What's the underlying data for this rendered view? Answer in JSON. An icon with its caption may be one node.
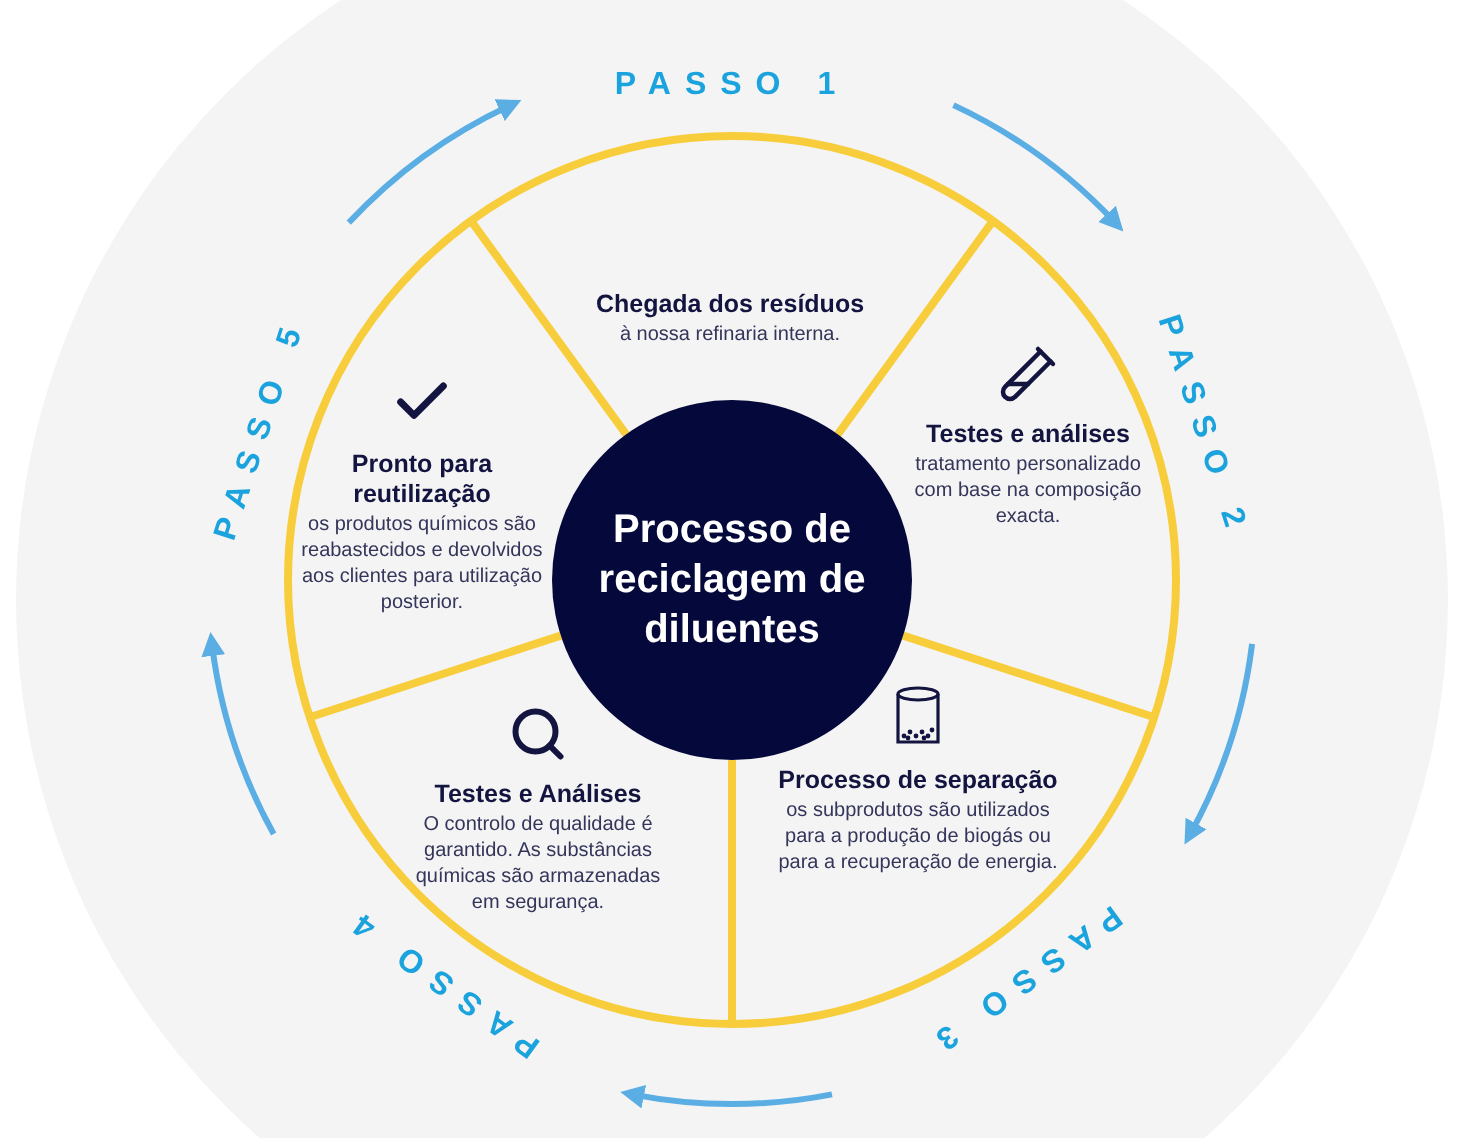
{
  "diagram": {
    "nodes": [
      {
        "text": [
          "Processo de reciclagem de diluentes"
        ]
      },
      {
        "text": [
          "Chegada dos resíduos",
          "à nossa refinaria interna."
        ]
      },
      {
        "text": [
          "Testes e análises",
          "tratamento personalizado com base na composição exacta."
        ]
      },
      {
        "text": [
          "Processo de separação",
          "os subprodutos são utilizados para a produção de biogás ou para a recuperação de energia."
        ]
      },
      {
        "text": [
          "Testes e Análises",
          "O controlo de qualidade é garantido. As substâncias químicas são armazenadas em segurança."
        ]
      },
      {
        "text": [
          "Pronto para reutilização",
          "os produtos químicos são reabastecidos e devolvidos aos clientes para utilização posterior."
        ]
      }
    ],
    "labels": [
      "PASSO 1",
      "PASSO 2",
      "PASSO 3",
      "PASSO 4",
      "PASSO 5"
    ]
  }
}
